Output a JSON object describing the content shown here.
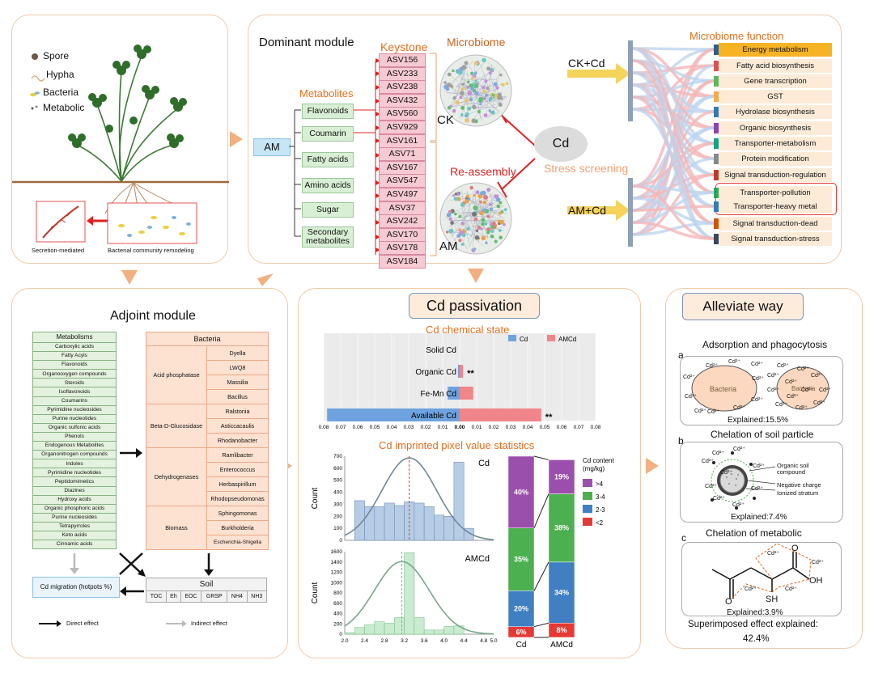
{
  "plant_panel": {
    "legend": [
      "Spore",
      "Hypha",
      "Bacteria",
      "Metabolic"
    ],
    "caption_left": "Secretion-mediated",
    "caption_right": "Bacterial community remodeling"
  },
  "dominant": {
    "title": "Dominant module",
    "am_label": "AM",
    "metabolites_title": "Metabolites",
    "metabolites": [
      "Flavonoids",
      "Coumarin",
      "Fatty acids",
      "Amino acids",
      "Sugar",
      "Secondary\nmetabolites"
    ],
    "keystone_title": "Keystone",
    "keystone": [
      "ASV156",
      "ASV233",
      "ASV238",
      "ASV432",
      "ASV560",
      "ASV929",
      "ASV161",
      "ASV71",
      "ASV167",
      "ASV547",
      "ASV497",
      "ASV37",
      "ASV242",
      "ASV170",
      "ASV178",
      "ASV184"
    ],
    "microbiome_title": "Microbiome",
    "ck_label": "CK",
    "reassembly_title": "Re-assembly",
    "am_net_label": "AM",
    "cd_label": "Cd",
    "stress_label": "Stress screening",
    "ck_cd": "CK+Cd",
    "am_cd": "AM+Cd",
    "function_title": "Microbiome function",
    "functions": [
      "Energy metabolism",
      "Fatty acid biosynthesis",
      "Gene transcription",
      "GST",
      "Hydrolase biosynthesis",
      "Organic biosynthesis",
      "Transporter-metabolism",
      "Protein modification",
      "Signal transduction-regulation",
      "Transporter-pollution",
      "Transporter-heavy metal",
      "Signal transduction-dead",
      "Signal transduction-stress"
    ]
  },
  "adjoint": {
    "title": "Adjoint module",
    "metabolisms_header": "Metabolisms",
    "metabolisms": [
      "Carboxylic acids",
      "Fatty Acyls",
      "Flavonoids",
      "Organooxygen compounds",
      "Steroids",
      "Isoflavonoids",
      "Coumarins",
      "Pyrimidine nucleosides",
      "Purine nucleotides",
      "Organic sulfonic acids",
      "Phenols",
      "Endogenous Metabolites",
      "Organonitrogen compounds",
      "Indoles",
      "Pyrimidine nucleotides",
      "Peptidomimetics",
      "Diazines",
      "Hydroxy acids",
      "Organic phosphoric acids",
      "Purine nucleosides",
      "Tetrapyrroles",
      "Keto acids",
      "Cinnamic acids"
    ],
    "bacteria_header": "Bacteria",
    "bacteria_groups": [
      {
        "name": "Acid phosphatase",
        "genera": [
          "Dyella",
          "LWQ8",
          "Massilia",
          "Bacillus"
        ]
      },
      {
        "name": "Beta-D-Glucosidase",
        "genera": [
          "Ralstonia",
          "Asticcacaulis",
          "Rhodanobacter"
        ]
      },
      {
        "name": "Dehydrogenases",
        "genera": [
          "Ramlibacter",
          "Enterococcus",
          "Herbaspirillum",
          "Rhodopseudomonas"
        ]
      },
      {
        "name": "Biomass",
        "genera": [
          "Sphingomonas",
          "Burkholderia",
          "Escherichia-Shigella"
        ]
      }
    ],
    "migration_label": "Cd migration (hotpots %)",
    "soil_header": "Soil",
    "soil_items": [
      "TOC",
      "Eh",
      "EOC",
      "GRSP",
      "NH4",
      "NH3"
    ],
    "direct_label": "Direct effect",
    "indirect_label": "Indirect effect"
  },
  "passivation": {
    "title": "Cd passivation",
    "state_title": "Cd chemical state",
    "pixel_title": "Cd imprinted pixel value statistics",
    "legend_content_title": "Cd content\n(mg/kg)",
    "content_legend": [
      {
        "label": ">4",
        "color": "#9b4fad"
      },
      {
        "label": "3-4",
        "color": "#4caf50"
      },
      {
        "label": "2-3",
        "color": "#3f7fc2"
      },
      {
        "label": "<2",
        "color": "#e53935"
      }
    ]
  },
  "alleviate": {
    "title": "Alleviate way",
    "a_label": "a",
    "a_title": "Adsorption and phagocytosis",
    "bacteria_label": "Bacteria",
    "a_explained": "Explained:15.5%",
    "b_label": "b",
    "b_title": "Chelation of soil particle",
    "b_annotations": [
      "Organic soil\ncompound",
      "Negative charge",
      "Ionized stratum"
    ],
    "b_explained": "Explained:7.4%",
    "c_label": "c",
    "c_title": "Chelation of metabolic",
    "c_explained": "Explained:3.9%",
    "superimposed": "Superimposed effect explained:",
    "superimposed_value": "42.4%",
    "cd_ion": "Cd²⁺"
  },
  "chart_data": [
    {
      "type": "bar",
      "title": "Cd chemical state",
      "orientation": "horizontal-diverging",
      "categories": [
        "Solid Cd",
        "Organic Cd",
        "Fe-Mn Cd",
        "Available Cd"
      ],
      "series": [
        {
          "name": "Cd",
          "color": "#6fa3e0",
          "values": [
            0,
            0.001,
            0.007,
            0.078
          ]
        },
        {
          "name": "AMCd",
          "color": "#f0858a",
          "values": [
            0,
            0.002,
            0.008,
            0.048
          ]
        }
      ],
      "significance": [
        "",
        "**",
        "",
        "**"
      ],
      "xlim": [
        -0.08,
        0.08
      ],
      "ticks": [
        "0.08",
        "0.07",
        "0.06",
        "0.05",
        "0.04",
        "0.03",
        "0.02",
        "0.01",
        "0.00",
        "0.01",
        "0.02",
        "0.03",
        "0.04",
        "0.05",
        "0.06",
        "0.07",
        "0.08"
      ],
      "legend": "top-right"
    },
    {
      "type": "bar",
      "subtype": "histogram",
      "title": "Cd",
      "ylabel": "Count",
      "ylim": [
        0,
        700
      ],
      "yticks": [
        0,
        100,
        200,
        300,
        400,
        500,
        600,
        700
      ],
      "bins": [
        2.0,
        2.2,
        2.4,
        2.6,
        2.8,
        3.0,
        3.2,
        3.4,
        3.6,
        3.8,
        4.0,
        4.2,
        4.4,
        4.6
      ],
      "values": [
        0,
        330,
        280,
        280,
        310,
        290,
        320,
        310,
        280,
        210,
        200,
        650,
        100
      ],
      "mean_line": 3.3
    },
    {
      "type": "bar",
      "subtype": "histogram",
      "title": "AMCd",
      "ylabel": "Count",
      "ylim": [
        0,
        1600
      ],
      "yticks": [
        0,
        200,
        400,
        600,
        800,
        1000,
        1200,
        1400,
        1600
      ],
      "xticks": [
        "2.0",
        "2.4",
        "2.8",
        "3.2",
        "3.6",
        "4.0",
        "4.4",
        "4.8",
        "5.0"
      ],
      "bins": [
        2.0,
        2.2,
        2.4,
        2.6,
        2.8,
        3.0,
        3.2,
        3.4,
        3.6,
        3.8,
        4.0,
        4.2,
        4.4,
        4.6
      ],
      "values": [
        30,
        130,
        180,
        240,
        210,
        320,
        1580,
        320,
        80,
        80,
        150,
        160,
        0
      ],
      "mean_line": 3.15
    },
    {
      "type": "bar",
      "subtype": "stacked-percent",
      "categories": [
        "Cd",
        "AMCd"
      ],
      "series": [
        {
          "name": "<2",
          "values": [
            6,
            8
          ],
          "color": "#e53935"
        },
        {
          "name": "2-3",
          "values": [
            20,
            34
          ],
          "color": "#3f7fc2"
        },
        {
          "name": "3-4",
          "values": [
            35,
            38
          ],
          "color": "#4caf50"
        },
        {
          "name": ">4",
          "values": [
            40,
            19
          ],
          "color": "#9b4fad"
        }
      ],
      "labels": [
        [
          "6%",
          "20%",
          "35%",
          "40%"
        ],
        [
          "8%",
          "34%",
          "38%",
          "19%"
        ]
      ]
    }
  ]
}
